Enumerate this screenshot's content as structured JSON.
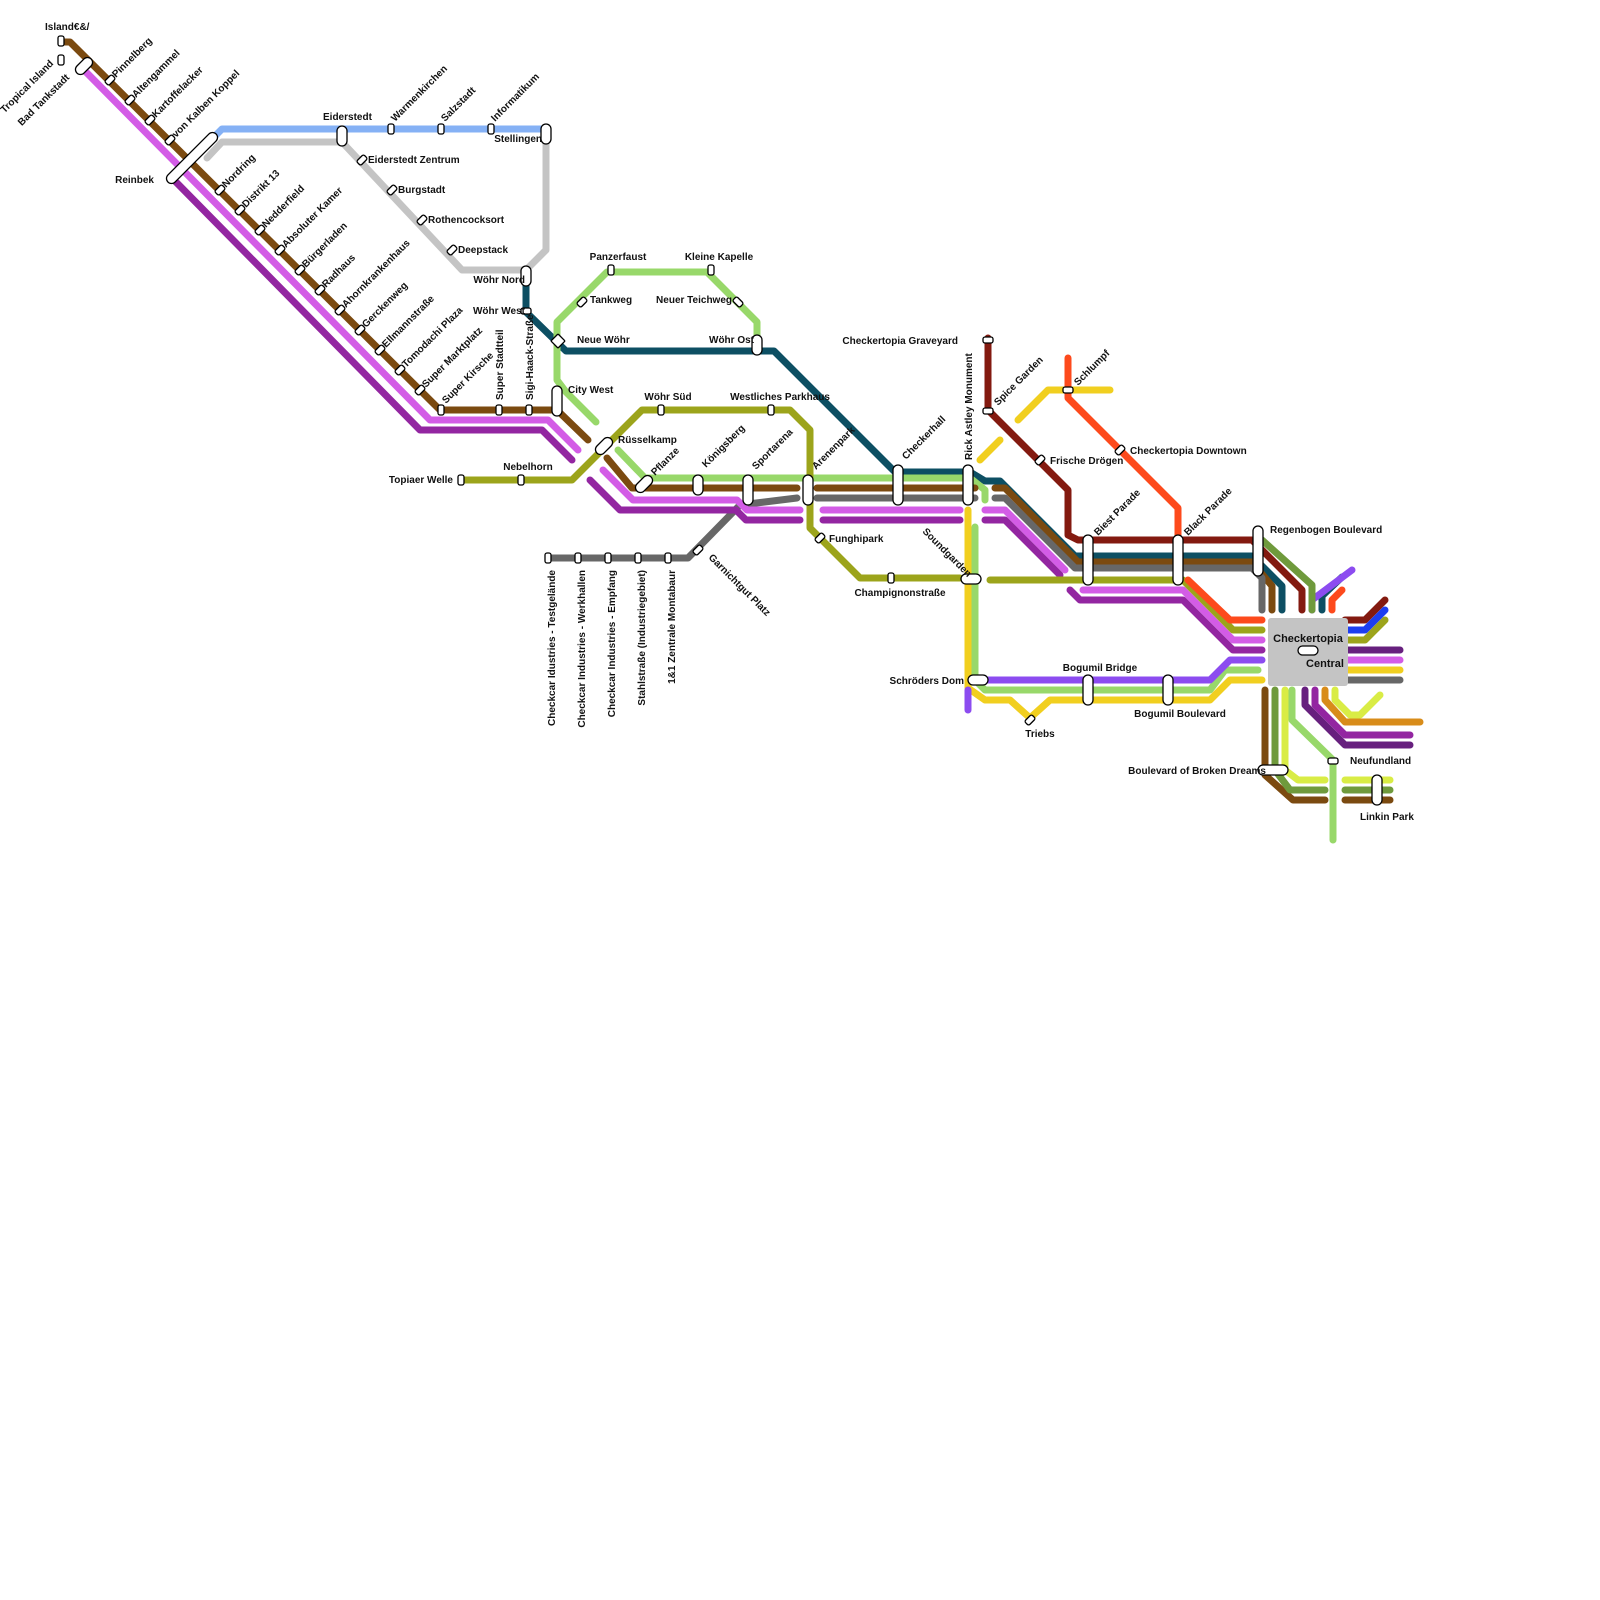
{
  "colors": {
    "brown": "#7b4a10",
    "magenta": "#d35ce6",
    "purple": "#9326a1",
    "lightblue": "#85b1f5",
    "silver": "#c4c4c4",
    "petrol": "#0d4f63",
    "lightgreen": "#98d86a",
    "olive": "#9ca41b",
    "darkgray": "#676767",
    "maroon": "#831a10",
    "orange": "#fd4a1c",
    "yellow": "#f1cf1f",
    "violet": "#8c4cf0",
    "moss": "#6f9a3c",
    "lime": "#d9ec45",
    "gold": "#d88c1a",
    "plum": "#67207e",
    "blue": "#1d3ef0",
    "hub": "#c4c4c4"
  },
  "lines": [
    {
      "id": "brown",
      "color": "brown"
    },
    {
      "id": "magenta",
      "color": "magenta"
    },
    {
      "id": "purple",
      "color": "purple"
    },
    {
      "id": "lightblue",
      "color": "lightblue"
    },
    {
      "id": "silver",
      "color": "silver"
    },
    {
      "id": "petrol",
      "color": "petrol"
    },
    {
      "id": "lightgreen",
      "color": "lightgreen"
    },
    {
      "id": "olive",
      "color": "olive"
    },
    {
      "id": "darkgray",
      "color": "darkgray"
    },
    {
      "id": "maroon",
      "color": "maroon"
    },
    {
      "id": "orange",
      "color": "orange"
    },
    {
      "id": "yellow",
      "color": "yellow"
    },
    {
      "id": "violet",
      "color": "violet"
    },
    {
      "id": "moss",
      "color": "moss"
    },
    {
      "id": "lime",
      "color": "lime"
    },
    {
      "id": "gold",
      "color": "gold"
    },
    {
      "id": "plum",
      "color": "plum"
    },
    {
      "id": "blue",
      "color": "blue"
    }
  ],
  "hub": {
    "name": "Checkertopia",
    "subname": "Central"
  },
  "stations": {
    "island": "Island€&/",
    "tropical_island": "Tropical Island",
    "bad_tankstadt": "Bad Tankstadt",
    "pinnelberg": "Pinnelberg",
    "altengammel": "Altengammel",
    "kartoffelacker": "Kartoffelacker",
    "von_kalben_koppel": "von Kalben Koppel",
    "reinbek": "Reinbek",
    "nordring": "Nordring",
    "distrikt_13": "Distrikt 13",
    "nedderfield": "Nedderfield",
    "absoluter_kamer": "Absoluter Kamer",
    "buergerladen": "Bürgerladen",
    "radhaus": "Radhaus",
    "ahornkrankenhaus": "Ahornkrankenhaus",
    "gerckenweg": "Gerckenweg",
    "ellmannstrasse": "Ellmannstraße",
    "tomodachi_plaza": "Tomodachi Plaza",
    "super_marktplatz": "Super Marktplatz",
    "super_kirsche": "Super Kirsche",
    "super_stadtteil": "Super Stadtteil",
    "sigi_haack": "Sigi-Haack-Straße",
    "eiderstedt": "Eiderstedt",
    "warmenkirchen": "Warmenkirchen",
    "salzstadt": "Salzstadt",
    "informatikum": "Informatikum",
    "stellingen": "Stellingen",
    "eiderstedt_zentrum": "Eiderstedt Zentrum",
    "burgstadt": "Burgstadt",
    "rothencocksort": "Rothencocksort",
    "deepstack": "Deepstack",
    "woehr_nord": "Wöhr Nord",
    "woehr_west": "Wöhr West",
    "neue_woehr": "Neue Wöhr",
    "panzerfaust": "Panzerfaust",
    "kleine_kapelle": "Kleine Kapelle",
    "tankweg": "Tankweg",
    "neuer_teichweg": "Neuer Teichweg",
    "woehr_ost": "Wöhr Ost",
    "city_west": "City West",
    "woehr_sued": "Wöhr Süd",
    "westliches_parkhaus": "Westliches Parkhaus",
    "ruesselkamp": "Rüsselkamp",
    "pflanze": "Pflanze",
    "koenigsberg": "Königsberg",
    "sportarena": "Sportarena",
    "arenenpark": "Arenenpark",
    "checkerhall": "Checkerhall",
    "rick_astley": "Rick Astley Monument",
    "topiaer_welle": "Topiaer Welle",
    "nebelhorn": "Nebelhorn",
    "funghipark": "Funghipark",
    "champignonstrasse": "Champignonstraße",
    "soundgarden": "Soundgarden",
    "garnichtgut": "Garnichtgut Platz",
    "cc_testgelaende": "Checkcar Idustries - Testgelände",
    "cc_werkhallen": "Checkcar Industries - Werkhallen",
    "cc_empfang": "Checkcar Industries - Empfang",
    "stahlstrasse": "Stahlstraße (Industriegebiet)",
    "zentrale_montabaur": "1&1 Zentrale Montabaur",
    "checkertopia_graveyard": "Checkertopia Graveyard",
    "spice_garden": "Spice Garden",
    "schlumpf": "Schlumpf",
    "frische_droegen": "Frische Drögen",
    "checkertopia_downtown": "Checkertopia Downtown",
    "biest_parade": "Biest Parade",
    "black_parade": "Black Parade",
    "regenbogen_boulevard": "Regenbogen Boulevard",
    "schroeders_dom": "Schröders Dom",
    "bogumil_bridge": "Bogumil Bridge",
    "bogumil_boulevard": "Bogumil Boulevard",
    "triebs": "Triebs",
    "neufundland": "Neufundland",
    "broken_dreams": "Boulevard of Broken Dreams",
    "linkin_park": "Linkin Park"
  }
}
